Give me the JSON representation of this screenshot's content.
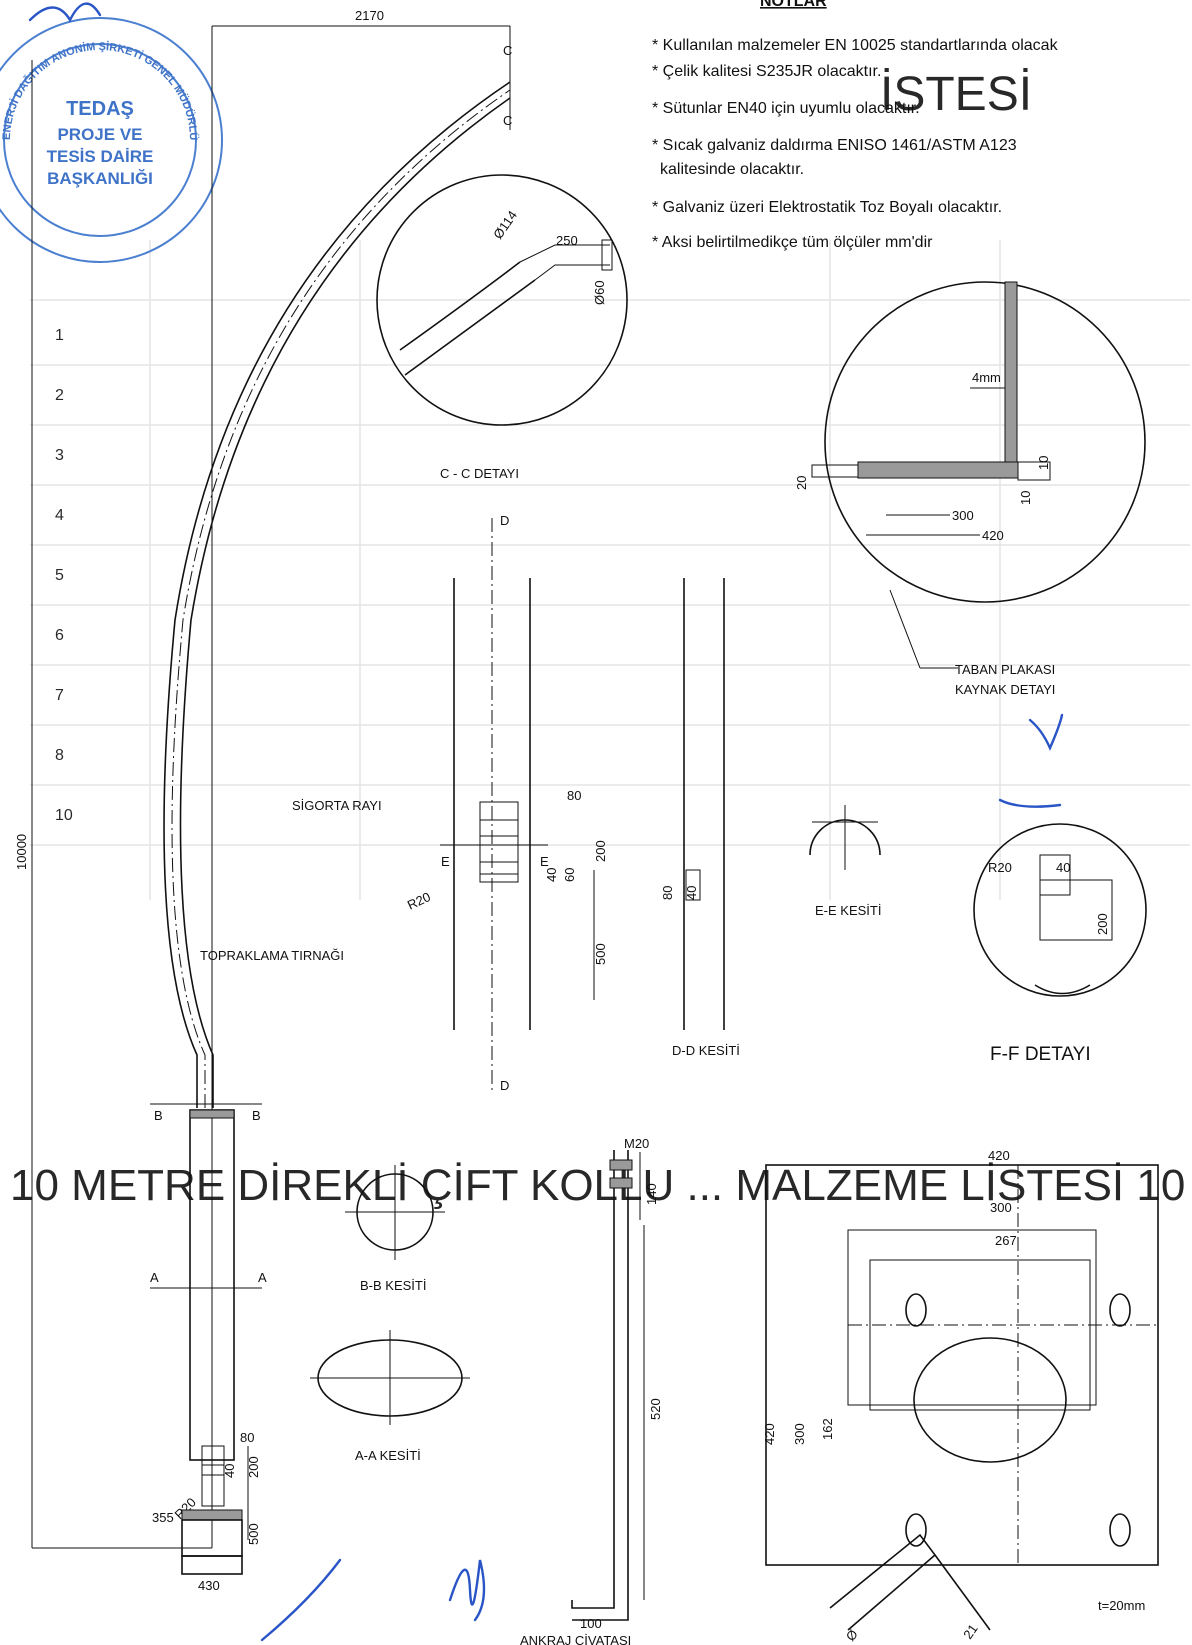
{
  "stamp": {
    "ring_text": "ENERJİ DAĞITIM ANONİM ŞİRKETİ GENEL MÜDÜRLÜĞÜ",
    "line1": "TEDAŞ",
    "line2": "PROJE VE",
    "line3": "TESİS DAİRE",
    "line4": "BAŞKANLIĞI"
  },
  "notes": {
    "heading": "NOTLAR",
    "items": [
      "* Kullanılan malzemeler EN 10025 standartlarında olacak",
      "* Çelik kalitesi S235JR olacaktır.",
      "* Sütunlar EN40 için uyumlu olacaktır.",
      "* Sıcak galvaniz daldırma ENISO 1461/ASTM A123",
      "kalitesinde olacaktır.",
      "* Galvaniz üzeri Elektrostatik Toz Boyalı olacaktır.",
      "* Aksi belirtilmedikçe tüm ölçüler mm'dir"
    ]
  },
  "ghost_text": {
    "title_top": "İSTESİ",
    "title_bottom": "10 METRE DİREKLİ ÇİFT KOLLU ... MALZEME LİSTESİ 10",
    "rows": [
      "1",
      "2",
      "3",
      "4",
      "5",
      "6",
      "7",
      "8",
      "10"
    ]
  },
  "labels": {
    "section_cc": "C - C DETAYI",
    "section_dd": "D-D KESİTİ",
    "section_ee": "E-E KESİTİ",
    "section_ff": "F-F DETAYI",
    "section_bb": "B-B KESİTİ",
    "section_aa": "A-A KESİTİ",
    "anchor_bolt": "ANKRAJ CİVATASI",
    "fuse_rail": "SİGORTA RAYI",
    "earthing_tab": "TOPRAKLAMA TIRNAĞI",
    "base_plate_weld_1": "TABAN PLAKASI",
    "base_plate_weld_2": "KAYNAK DETAYI",
    "plate_thickness": "t=20mm",
    "letter_c": "C",
    "letter_d": "D",
    "letter_e": "E",
    "letter_b": "B",
    "letter_a": "A",
    "bolt_size": "M20"
  },
  "dimensions": {
    "arm_length": "2170",
    "pole_height": "10000",
    "cc_dia_top": "Ø114",
    "cc_len": "250",
    "cc_dia_side": "Ø60",
    "weld_4mm": "4mm",
    "weld_10a": "10",
    "weld_10b": "10",
    "weld_20": "20",
    "weld_300": "300",
    "weld_420": "420",
    "door_80": "80",
    "door_200": "200",
    "door_40": "40",
    "door_60": "60",
    "door_500": "500",
    "r20": "R20",
    "dd_80": "80",
    "dd_40": "40",
    "ff_40": "40",
    "ff_r20": "R20",
    "ff_200": "200",
    "pole_80": "80",
    "pole_40": "40",
    "pole_200": "200",
    "pole_355": "355",
    "pole_r20": "R20",
    "pole_500": "500",
    "pole_base": "430",
    "bolt_140": "140",
    "bolt_520": "520",
    "bolt_100": "100",
    "plate_420_top": "420",
    "plate_300_top": "300",
    "plate_267": "267",
    "plate_420_side": "420",
    "plate_300_side": "300",
    "plate_162": "162",
    "bolt_sym_1": "Ø",
    "bolt_sym_2": "21"
  }
}
